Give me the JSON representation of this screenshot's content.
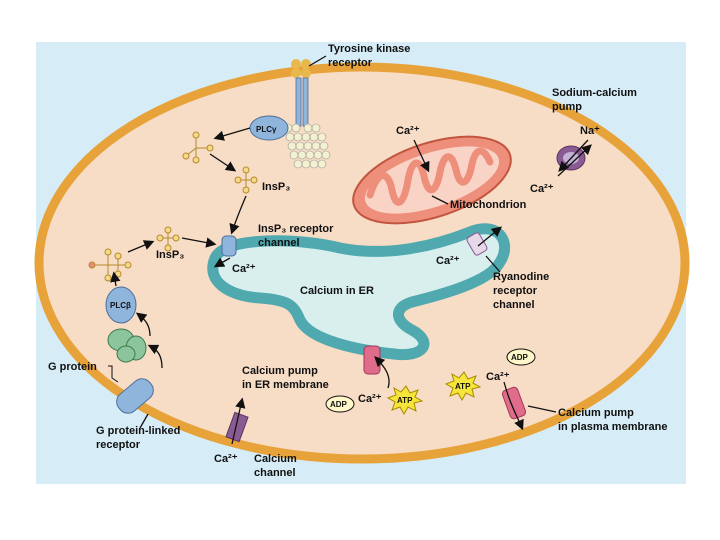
{
  "labels": {
    "tyrosine_kinase_receptor": [
      "Tyrosine kinase",
      "receptor"
    ],
    "sodium_calcium_pump": [
      "Sodium-calcium",
      "pump"
    ],
    "na": "Na⁺",
    "ca": "Ca²⁺",
    "plc_gamma": "PLCγ",
    "plc_beta": "PLCβ",
    "insp3": "InsP₃",
    "insp3_receptor_channel": [
      "InsP₃ receptor",
      "channel"
    ],
    "mitochondrion": "Mitochondrion",
    "calcium_in_er": "Calcium in ER",
    "ryanodine_receptor_channel": [
      "Ryanodine",
      "receptor",
      "channel"
    ],
    "g_protein": "G protein",
    "g_protein_linked_receptor": [
      "G protein-linked",
      "receptor"
    ],
    "calcium_pump_er": [
      "Calcium pump",
      "in ER membrane"
    ],
    "calcium_pump_plasma": [
      "Calcium pump",
      "in plasma membrane"
    ],
    "calcium_channel": [
      "Calcium",
      "channel"
    ],
    "adp": "ADP",
    "atp": "ATP"
  },
  "colors": {
    "background_panel": "#d6ecf7",
    "cytoplasm": "#f7dcc6",
    "membrane": "#e7a33a",
    "er_lumen": "#d9efee",
    "er_membrane": "#4fa9ae",
    "mitochondrion": "#ee8f7b",
    "receptor_blue": "#8fb5dd",
    "g_protein_green": "#8cc49b",
    "pump_pink": "#e06c8c",
    "atp_yellow": "#f6e53a",
    "channel_purple": "#8a5a93"
  }
}
